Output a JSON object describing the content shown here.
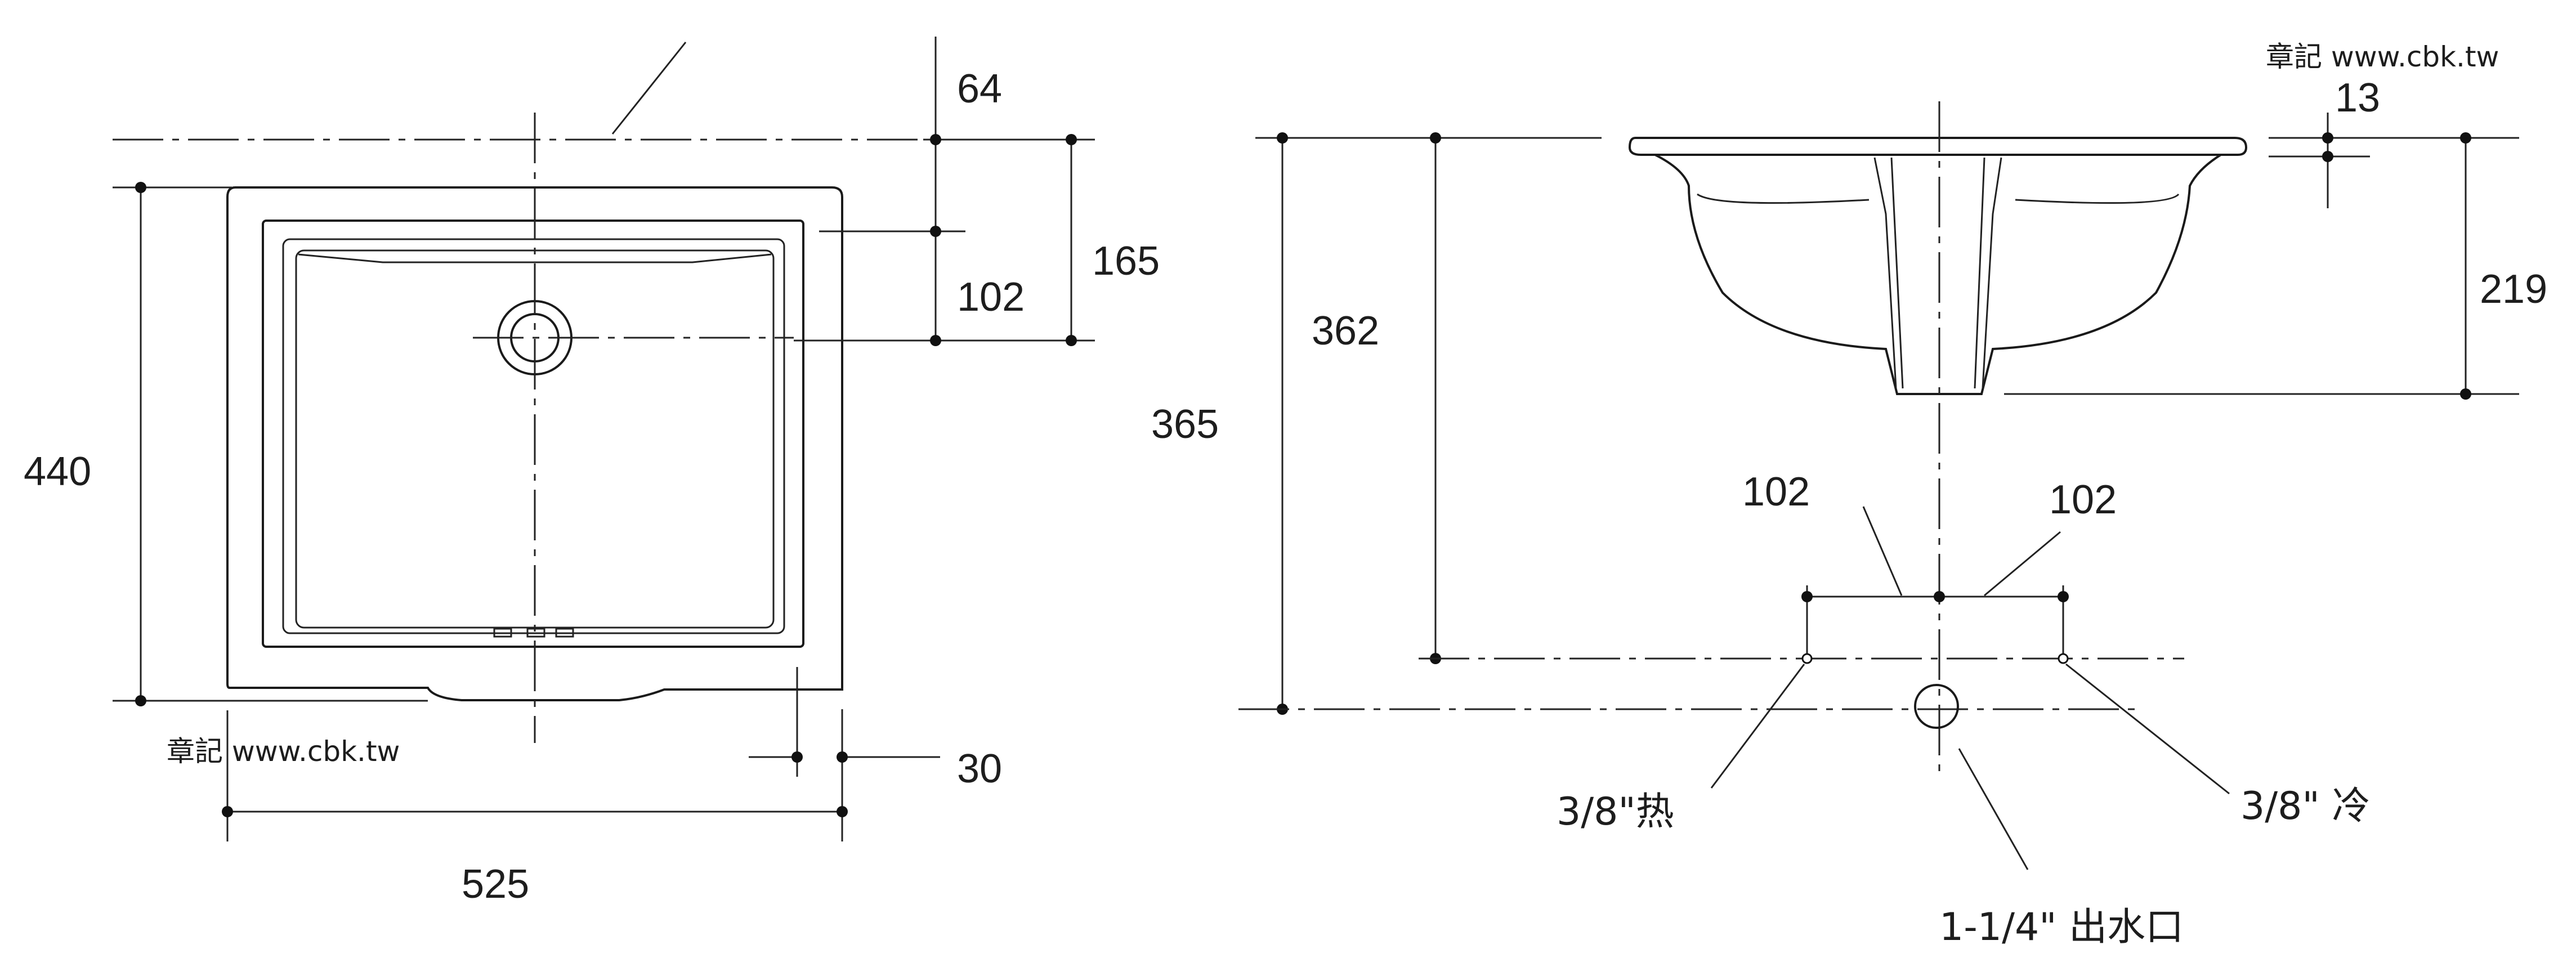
{
  "watermark": {
    "text": "章記 www.cbk.tw"
  },
  "plan_view": {
    "depth": "440",
    "width": "525",
    "top_offset": "64",
    "drain_to_front": "102",
    "drain_to_back": "165",
    "rim_offset": "30"
  },
  "side_view": {
    "rim_thickness": "13",
    "bowl_depth": "219",
    "supply_height": "362",
    "drain_height": "365",
    "left_spacing": "102",
    "right_spacing": "102",
    "hot_supply": "3/8\"热",
    "cold_supply": "3/8\" 冷",
    "drain_outlet": "1-1/4\" 出水口"
  }
}
